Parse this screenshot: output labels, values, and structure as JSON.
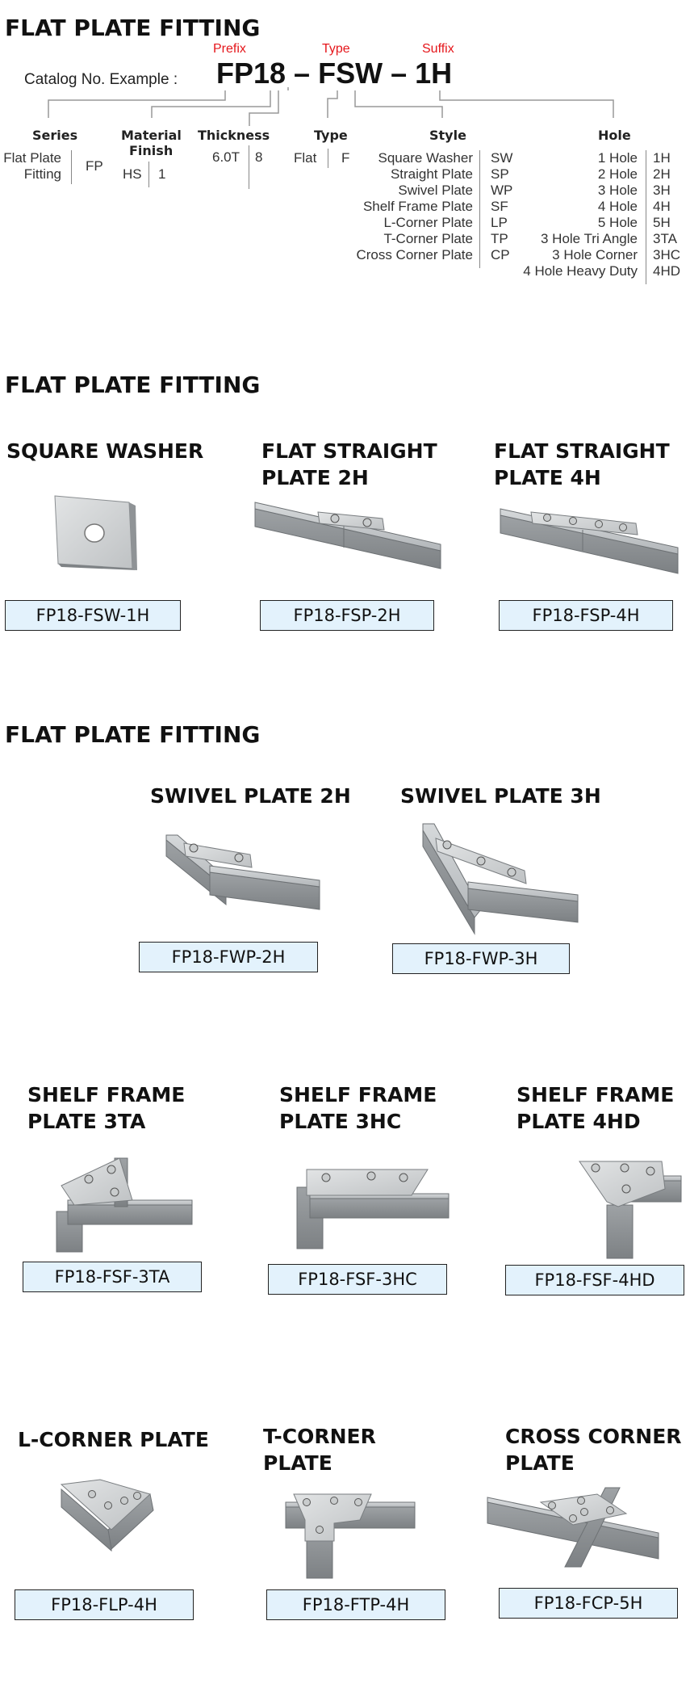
{
  "header": {
    "title": "FLAT PLATE FITTING",
    "catalog_label": "Catalog No. Example :",
    "prefix_label": "Prefix",
    "type_label": "Type",
    "suffix_label": "Suffix",
    "code_part1": "FP18",
    "code_dash1": "–",
    "code_part2": "FSW",
    "code_dash2": "–",
    "code_part3": "1H"
  },
  "legend": {
    "series": {
      "title": "Series",
      "name_line1": "Flat Plate",
      "name_line2": "Fitting",
      "code": "FP"
    },
    "material": {
      "title_line1": "Material",
      "title_line2": "Finish",
      "name": "HS",
      "code": "1"
    },
    "thickness": {
      "title": "Thickness",
      "name": "6.0T",
      "code": "8"
    },
    "type": {
      "title": "Type",
      "name": "Flat",
      "code": "F"
    },
    "style": {
      "title": "Style",
      "items": [
        {
          "name": "Square Washer",
          "code": "SW"
        },
        {
          "name": "Straight Plate",
          "code": "SP"
        },
        {
          "name": "Swivel Plate",
          "code": "WP"
        },
        {
          "name": "Shelf Frame Plate",
          "code": "SF"
        },
        {
          "name": "L-Corner Plate",
          "code": "LP"
        },
        {
          "name": "T-Corner Plate",
          "code": "TP"
        },
        {
          "name": "Cross Corner Plate",
          "code": "CP"
        }
      ]
    },
    "hole": {
      "title": "Hole",
      "items": [
        {
          "name": "1 Hole",
          "code": "1H"
        },
        {
          "name": "2 Hole",
          "code": "2H"
        },
        {
          "name": "3 Hole",
          "code": "3H"
        },
        {
          "name": "4 Hole",
          "code": "4H"
        },
        {
          "name": "5 Hole",
          "code": "5H"
        },
        {
          "name": "3 Hole Tri Angle",
          "code": "3TA"
        },
        {
          "name": "3 Hole Corner",
          "code": "3HC"
        },
        {
          "name": "4 Hole Heavy Duty",
          "code": "4HD"
        }
      ]
    }
  },
  "section2": {
    "title": "FLAT PLATE FITTING",
    "products": [
      {
        "title_line1": "SQUARE WASHER",
        "title_line2": "",
        "code": "FP18-FSW-1H"
      },
      {
        "title_line1": "FLAT STRAIGHT",
        "title_line2": "PLATE 2H",
        "code": "FP18-FSP-2H"
      },
      {
        "title_line1": "FLAT STRAIGHT",
        "title_line2": "PLATE 4H",
        "code": "FP18-FSP-4H"
      }
    ]
  },
  "section3": {
    "title": "FLAT PLATE FITTING",
    "products": [
      {
        "title_line1": "SWIVEL PLATE 2H",
        "code": "FP18-FWP-2H"
      },
      {
        "title_line1": "SWIVEL PLATE 3H",
        "code": "FP18-FWP-3H"
      }
    ]
  },
  "section4": {
    "products": [
      {
        "title_line1": "SHELF FRAME",
        "title_line2": "PLATE 3TA",
        "code": "FP18-FSF-3TA"
      },
      {
        "title_line1": "SHELF FRAME",
        "title_line2": "PLATE 3HC",
        "code": "FP18-FSF-3HC"
      },
      {
        "title_line1": "SHELF FRAME",
        "title_line2": "PLATE 4HD",
        "code": "FP18-FSF-4HD"
      }
    ]
  },
  "section5": {
    "products": [
      {
        "title_line1": "L-CORNER PLATE",
        "title_line2": "",
        "code": "FP18-FLP-4H"
      },
      {
        "title_line1": "T-CORNER",
        "title_line2": "PLATE",
        "code": "FP18-FTP-4H"
      },
      {
        "title_line1": "CROSS CORNER",
        "title_line2": "PLATE",
        "code": "FP18-FCP-5H"
      }
    ]
  },
  "colors": {
    "accent_red": "#e5161b",
    "code_box_fill": "#e3f2fc",
    "steel": "#a9adb0"
  }
}
